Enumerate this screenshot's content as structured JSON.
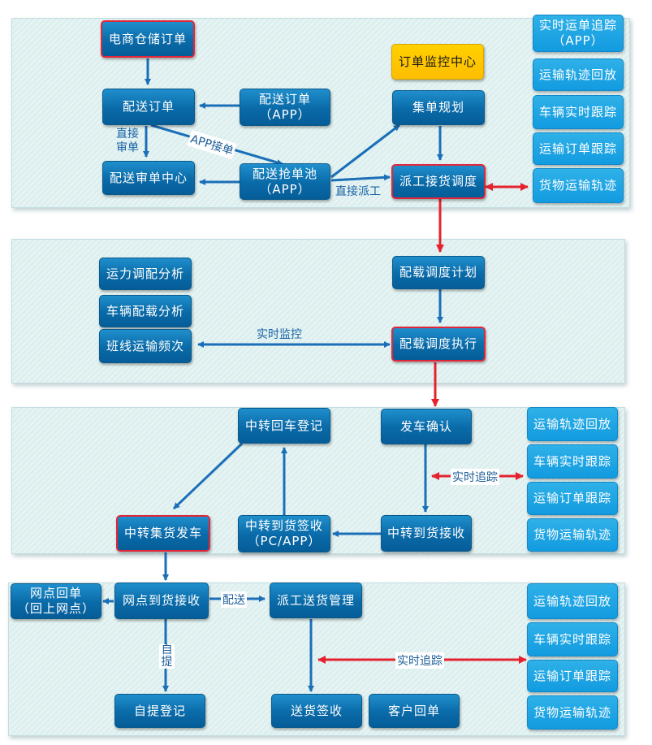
{
  "colors": {
    "blue_arrow": "#1a6fb8",
    "red_arrow": "#e5232f",
    "box_blue": "#0a6aa8",
    "side_blue": "#1c9fe2",
    "highlight_red": "#e2263a",
    "yellow": "#ffc800"
  },
  "section1": {
    "ecommerce_order": "电商仓储订单",
    "delivery_order": "配送订单",
    "delivery_order_app": [
      "配送订单",
      "（APP）"
    ],
    "delivery_review_center": "配送审单中心",
    "grab_pool": [
      "配送抢单池",
      "（APP）"
    ],
    "order_monitor": "订单监控中心",
    "consolidation": "集单规划",
    "dispatch": "派工接货调度",
    "label_direct_review": [
      "直接",
      "审单"
    ],
    "label_app_accept": "APP接单",
    "label_direct_dispatch": "直接派工",
    "side": [
      [
        "实时运单追踪",
        "（APP）"
      ],
      [
        "运输轨迹回放"
      ],
      [
        "车辆实时跟踪"
      ],
      [
        "运输订单跟踪"
      ],
      [
        "货物运输轨迹"
      ]
    ]
  },
  "section2": {
    "capacity": "运力调配分析",
    "vehicle_load": "车辆配载分析",
    "line_freq": "班线运输频次",
    "load_plan": "配载调度计划",
    "load_exec": "配载调度执行",
    "label_realtime": "实时监控"
  },
  "section3": {
    "return_register": "中转回车登记",
    "depart_confirm": "发车确认",
    "collect_depart": "中转集货发车",
    "arrival_sign": [
      "中转到货签收",
      "（PC/APP）"
    ],
    "arrival_receive": "中转到货接收",
    "label_track": "实时追踪",
    "side": [
      "运输轨迹回放",
      "车辆实时跟踪",
      "运输订单跟踪",
      "货物运输轨迹"
    ]
  },
  "section4": {
    "outlet_receipt": [
      "网点回单",
      "（回上网点）"
    ],
    "outlet_receive": "网点到货接收",
    "dispatch_manage": "派工送货管理",
    "self_pick": "自提登记",
    "delivery_sign": "送货签收",
    "customer_receipt": "客户回单",
    "label_deliver": "配送",
    "label_self": "自提",
    "label_track": "实时追踪",
    "side": [
      "运输轨迹回放",
      "车辆实时跟踪",
      "运输订单跟踪",
      "货物运输轨迹"
    ]
  }
}
